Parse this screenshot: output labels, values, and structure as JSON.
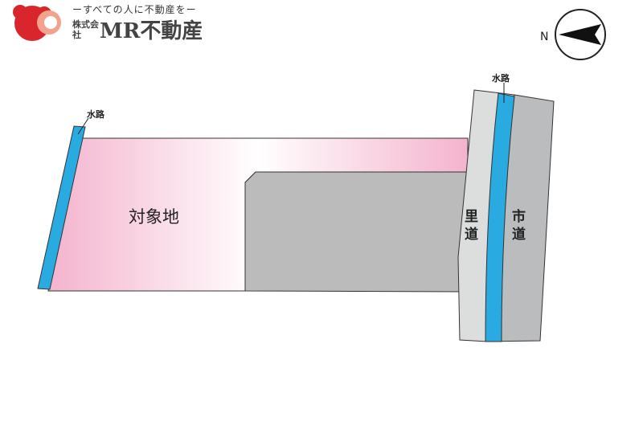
{
  "logo": {
    "tagline": "ーすべての人に不動産をー",
    "company_small": "株式会社",
    "company_name": "MR不動産"
  },
  "compass": {
    "north_letter": "N"
  },
  "labels": {
    "waterway_left": "水路",
    "waterway_right": "水路",
    "subject_land": "対象地",
    "village_road_char1": "里",
    "village_road_char2": "道",
    "city_road_char1": "市",
    "city_road_char2": "道"
  },
  "colors": {
    "subject_pink": "#f5b4cf",
    "water_blue": "#29aae1",
    "road_light_gray": "#dcdddd",
    "road_gray": "#bbbcbe",
    "building_gray": "#bbbbbb",
    "logo_red": "#d8262c",
    "logo_pink": "#f2a28e"
  }
}
